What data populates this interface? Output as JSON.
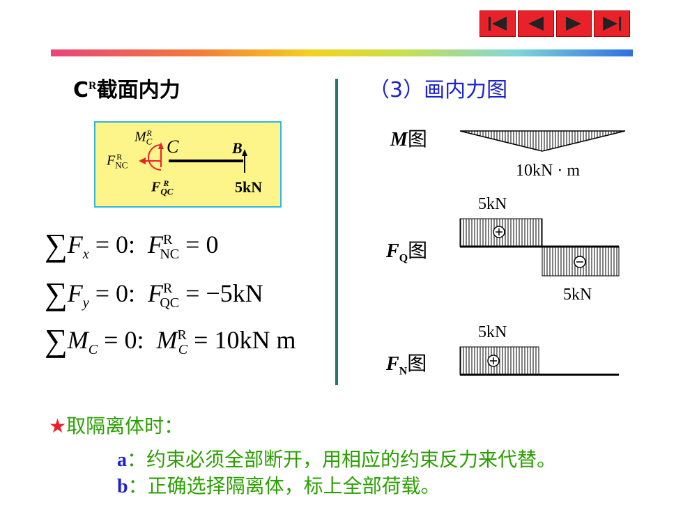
{
  "nav": {
    "first": "first-page",
    "prev": "previous-page",
    "next": "next-page",
    "last": "last-page"
  },
  "left_title": {
    "c": "C",
    "sup": "R",
    "text": "截面内力"
  },
  "right_title": "（3）画内力图",
  "fbd": {
    "mc": "M",
    "mc_sub": "C",
    "mc_sup": "R",
    "c_label": "C",
    "b_label": "B",
    "fnc": "F",
    "fnc_sub": "NC",
    "fnc_sup": "R",
    "fqc": "F",
    "fqc_sub": "QC",
    "fqc_sup": "R",
    "load": "5kN"
  },
  "equations": [
    {
      "lhs_var": "F",
      "lhs_sub": "x",
      "lhs_rest": " = 0:",
      "rhs_var": "F",
      "rhs_sub": "NC",
      "rhs_sup": "R",
      "rhs_rest": " = 0"
    },
    {
      "lhs_var": "F",
      "lhs_sub": "y",
      "lhs_rest": " = 0:",
      "rhs_var": "F",
      "rhs_sub": "QC",
      "rhs_sup": "R",
      "rhs_rest": " = −5kN"
    },
    {
      "lhs_var": "M",
      "lhs_sub": "C",
      "lhs_rest": " = 0:",
      "rhs_var": "M",
      "rhs_sub": "C",
      "rhs_sup": "R",
      "rhs_rest": " = 10kN m"
    }
  ],
  "diagrams": {
    "m": {
      "label": "M",
      "suffix": "图",
      "value": "10kN · m"
    },
    "fq": {
      "label": "F",
      "sub": "Q",
      "suffix": "图",
      "top_value": "5kN",
      "bottom_value": "5kN"
    },
    "fn": {
      "label": "F",
      "sub": "N",
      "suffix": "图",
      "value": "5kN"
    }
  },
  "notes": {
    "star": "★",
    "heading": "取隔离体时：",
    "a_key": "a",
    "a_text": "：约束必须全部断开，用相应的约束反力来代替。",
    "b_key": "b",
    "b_text": "：正确选择隔离体，标上全部荷载。"
  }
}
